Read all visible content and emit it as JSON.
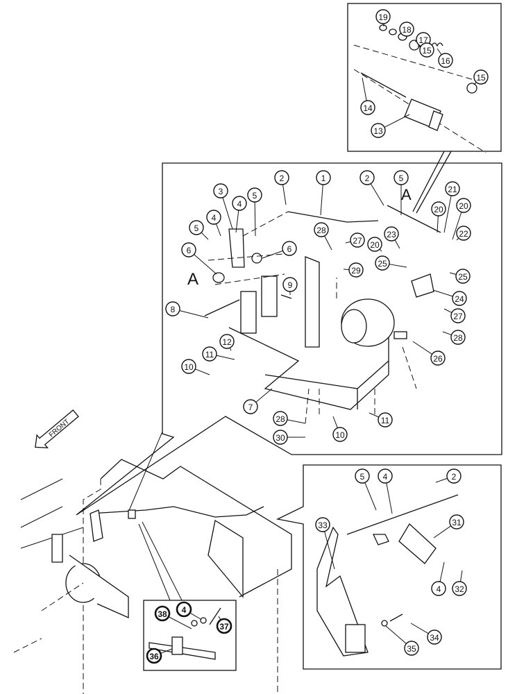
{
  "diagram": {
    "view_marker": "A",
    "front_label": "FRONT",
    "insets": [
      {
        "name": "actuator-detail",
        "callouts": [
          "19",
          "18",
          "17",
          "15",
          "16",
          "15",
          "14",
          "13"
        ]
      },
      {
        "name": "main-assembly",
        "callouts": [
          "2",
          "1",
          "3",
          "4",
          "5",
          "4",
          "5",
          "6",
          "6",
          "8",
          "9",
          "12",
          "11",
          "10",
          "7",
          "28",
          "30",
          "10",
          "11",
          "2",
          "5",
          "21",
          "20",
          "20",
          "22",
          "28",
          "27",
          "23",
          "20",
          "29",
          "25",
          "25",
          "24",
          "27",
          "28",
          "26"
        ]
      },
      {
        "name": "cable-bracket-detail",
        "callouts": [
          "5",
          "4",
          "2",
          "33",
          "31",
          "4",
          "32",
          "34",
          "35"
        ]
      },
      {
        "name": "cable-clamp-detail",
        "callouts": [
          "38",
          "4",
          "37",
          "36"
        ]
      }
    ]
  }
}
